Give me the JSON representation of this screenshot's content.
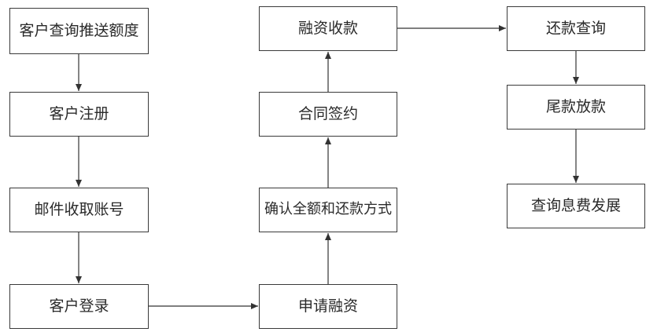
{
  "diagram": {
    "nodes": {
      "push_quota": "客户查询推送额度",
      "register": "客户注册",
      "email_account": "邮件收取账号",
      "login": "客户登录",
      "apply_financing": "申请融资",
      "confirm_amount_repayment": "确认全额和还款方式",
      "sign_contract": "合同签约",
      "financing_collection": "融资收款",
      "repayment_query": "还款查询",
      "final_disbursement": "尾款放款",
      "query_fee_status": "查询息费发展"
    },
    "edges": [
      {
        "from": "push_quota",
        "to": "register"
      },
      {
        "from": "register",
        "to": "email_account"
      },
      {
        "from": "email_account",
        "to": "login"
      },
      {
        "from": "login",
        "to": "apply_financing"
      },
      {
        "from": "apply_financing",
        "to": "confirm_amount_repayment"
      },
      {
        "from": "confirm_amount_repayment",
        "to": "sign_contract"
      },
      {
        "from": "sign_contract",
        "to": "financing_collection"
      },
      {
        "from": "financing_collection",
        "to": "repayment_query"
      },
      {
        "from": "repayment_query",
        "to": "final_disbursement"
      },
      {
        "from": "final_disbursement",
        "to": "query_fee_status"
      }
    ]
  }
}
